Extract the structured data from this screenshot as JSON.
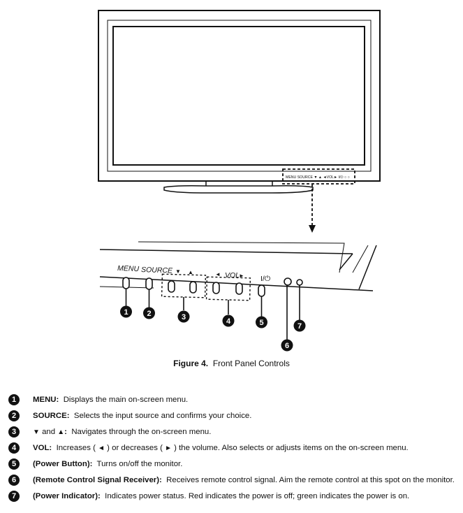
{
  "panel": {
    "label_menu": "MENU",
    "label_source": "SOURCE",
    "label_down": "▼",
    "label_up": "▲",
    "label_vol": "VOL",
    "label_vol_left": "◄",
    "label_vol_right": "►",
    "label_power": "I/⏻",
    "mini_labels": "MENU SOURCE ▼ ▲ ◄VOL► I/⏻ ○ ○",
    "callouts": [
      "1",
      "2",
      "3",
      "4",
      "5",
      "6",
      "7"
    ]
  },
  "caption": {
    "label": "Figure 4.",
    "text": "Front Panel Controls"
  },
  "items": [
    {
      "num": "1",
      "term": "MENU:",
      "desc": "Displays the main on-screen menu."
    },
    {
      "num": "2",
      "term": "SOURCE:",
      "desc": "Selects the input source and confirms your choice."
    },
    {
      "num": "3",
      "sym1": "▼",
      "and": "and",
      "sym2": "▲",
      "colon": ":",
      "desc": "Navigates through the on-screen menu."
    },
    {
      "num": "4",
      "term": "VOL:",
      "desc_a": "Increases (",
      "sym_left": "◄",
      "desc_b": ") or decreases (",
      "sym_right": "►",
      "desc_c": ") the volume. Also selects or adjusts items on the on-screen menu."
    },
    {
      "num": "5",
      "term": "(Power Button):",
      "desc": "Turns on/off the monitor."
    },
    {
      "num": "6",
      "term": "(Remote Control Signal Receiver):",
      "desc": "Receives remote control signal. Aim the remote control at this spot on the monitor."
    },
    {
      "num": "7",
      "term": "(Power Indicator):",
      "desc": "Indicates power status. Red indicates the power is off; green indicates the power is on."
    }
  ]
}
